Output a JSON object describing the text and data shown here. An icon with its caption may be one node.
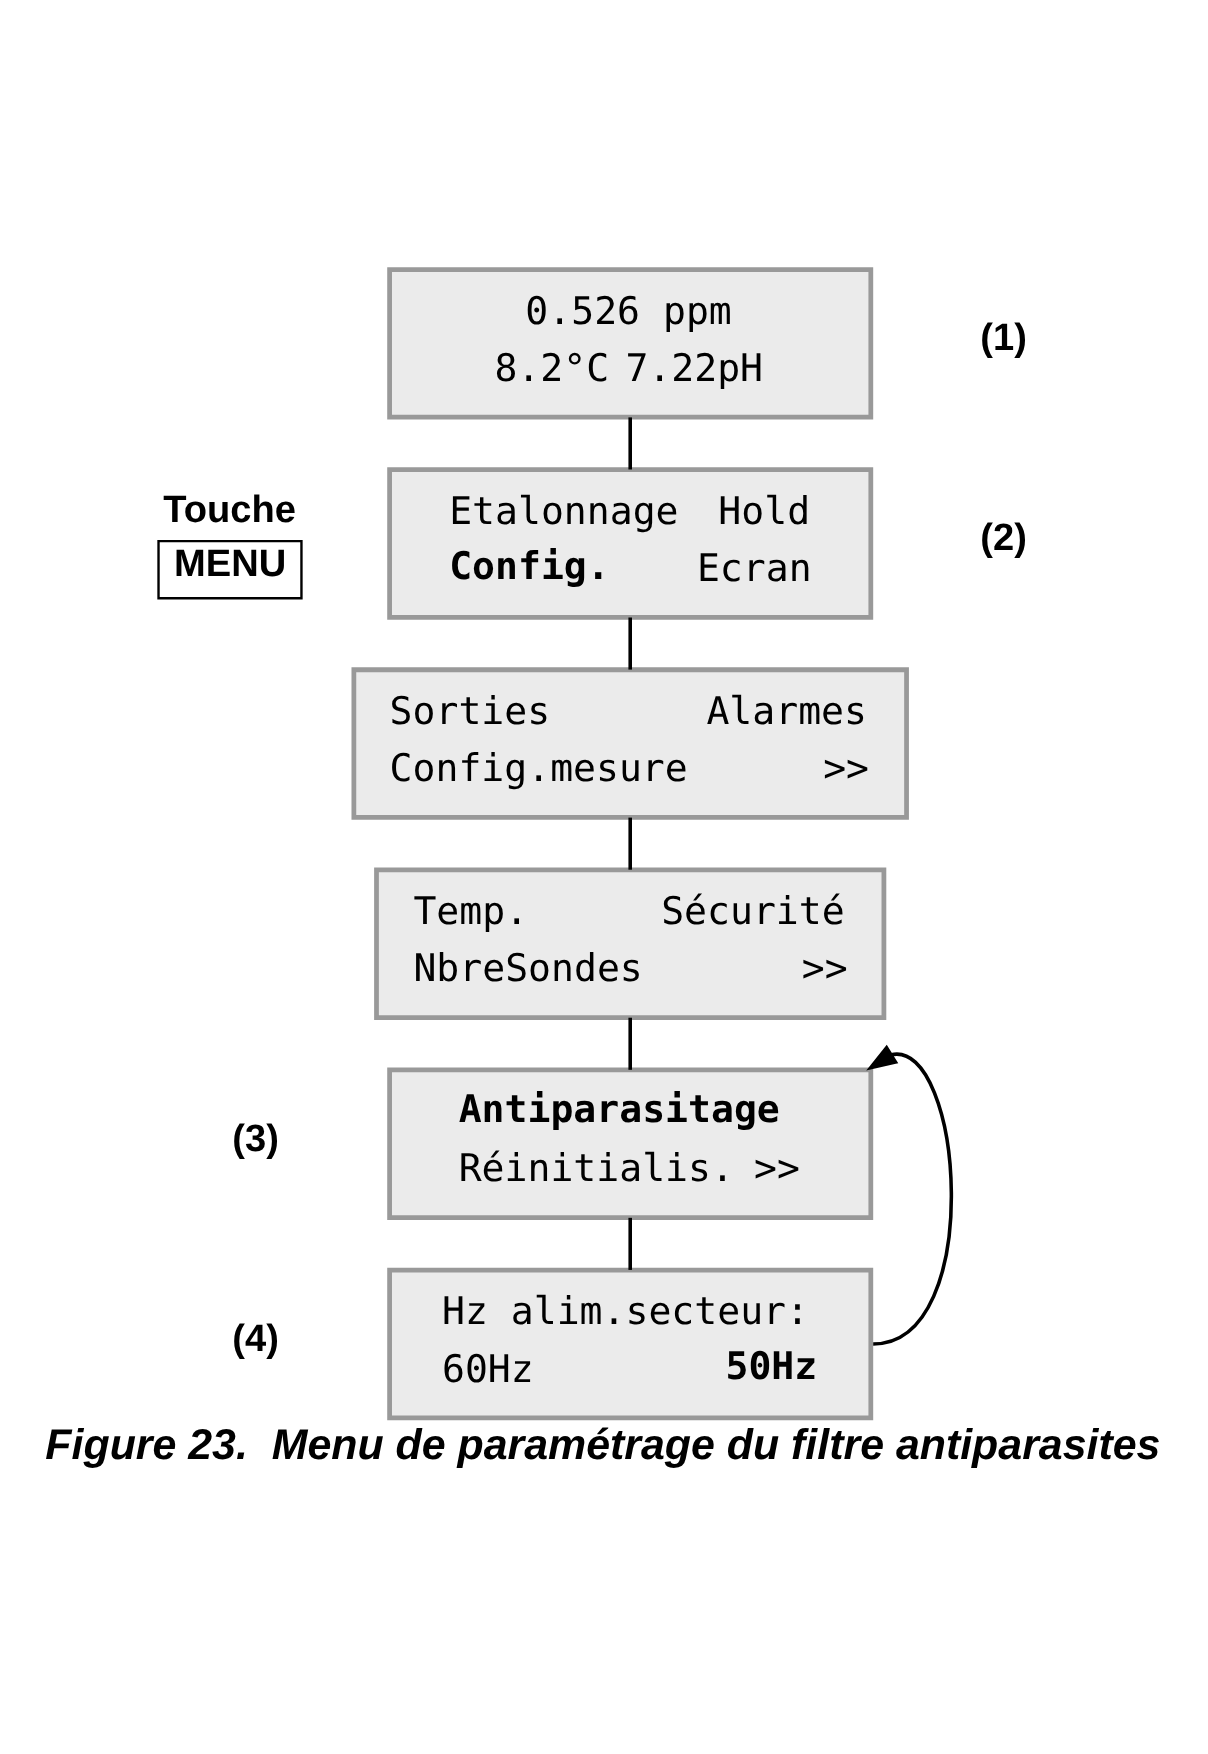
{
  "diagram": {
    "caption": "Figure 23.  Menu de paramétrage du filtre antiparasites",
    "nodes": [
      {
        "text": [
          "0.526 ppm",
          "8.2°C",
          "7.22pH"
        ],
        "beside": [
          "(1)"
        ]
      },
      {
        "text": [
          "Etalonnage",
          "Hold",
          "**Config.**",
          "Ecran"
        ],
        "beside": [
          "(2)"
        ]
      },
      {
        "text": [
          "Sorties",
          "Alarmes",
          "Config.mesure",
          ">>"
        ]
      },
      {
        "text": [
          "Temp.",
          "Sécurité",
          "NbreSondes",
          ">>"
        ]
      },
      {
        "text": [
          "**Antiparasitage**",
          "Réinitialis.",
          ">>"
        ],
        "beside": [
          "(3)"
        ]
      },
      {
        "text": [
          "Hz alim.secteur:",
          "60Hz",
          "**50Hz**"
        ],
        "beside": [
          "(4)"
        ]
      }
    ],
    "edges": [
      {
        "from": 0,
        "to": 1,
        "arrow": "none"
      },
      {
        "from": 1,
        "to": 2,
        "arrow": "none"
      },
      {
        "from": 2,
        "to": 3,
        "arrow": "none"
      },
      {
        "from": 3,
        "to": 4,
        "arrow": "none"
      },
      {
        "from": 4,
        "to": 5,
        "arrow": "none"
      },
      {
        "from": 5,
        "to": 4,
        "arrow": "to"
      }
    ],
    "labels": [
      "Touche",
      "MENU"
    ]
  }
}
